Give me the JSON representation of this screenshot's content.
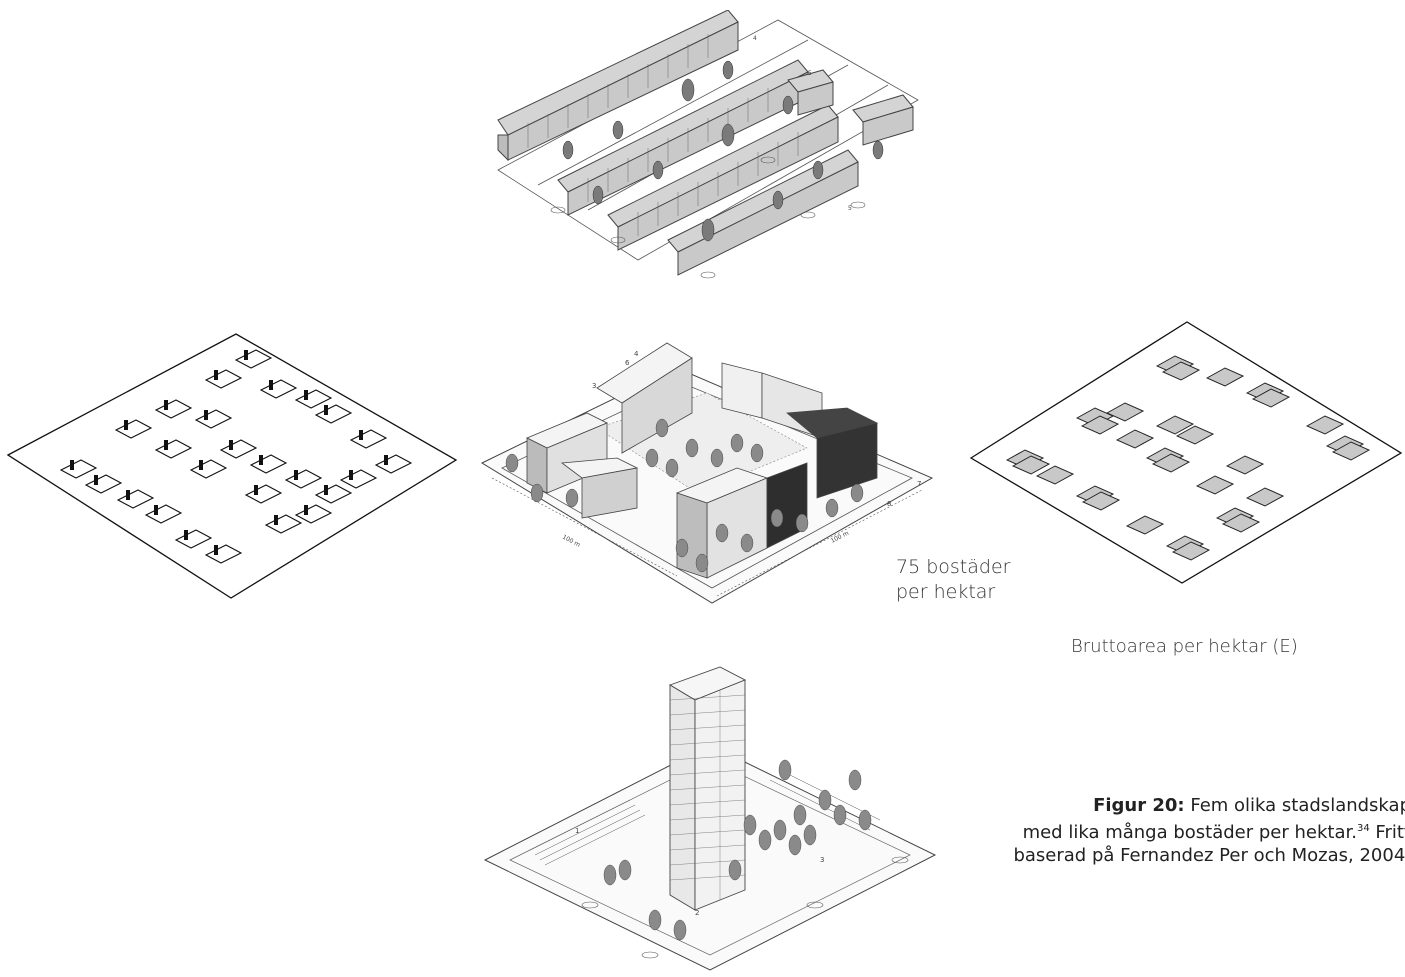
{
  "labels": {
    "density_line1": "75 bostäder",
    "density_line2": "per hektar",
    "gross_area": "Bruttoarea per hektar (E)"
  },
  "caption": {
    "fig_label": "Figur 20:",
    "line1_text": " Fem olika stadslandskap",
    "line2_text": "med lika många bostäder per hektar.",
    "footnote": "34",
    "line2_tail": " Fritt",
    "line3_text": "baserad på Fernandez Per och Mozas, 2004."
  },
  "diagram_numbers": {
    "top": [
      "4",
      "5",
      "5"
    ],
    "center": [
      "6",
      "4",
      "3",
      "7",
      "8",
      "100 m",
      "100 m"
    ],
    "bottom": [
      "1",
      "2",
      "3"
    ]
  }
}
